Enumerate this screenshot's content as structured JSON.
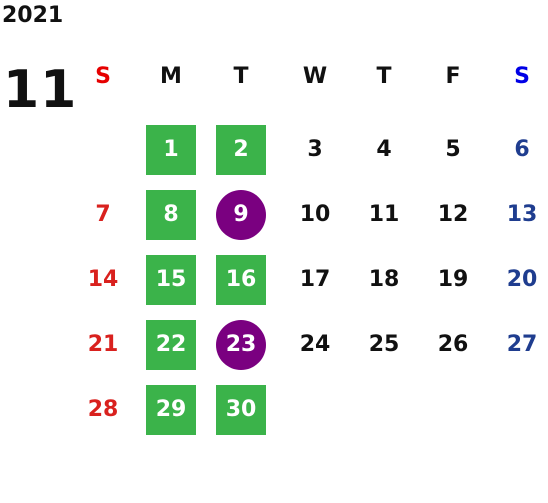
{
  "year": "2021",
  "month": "11",
  "colors": {
    "green_highlight": "#3bb34a",
    "purple_highlight": "#7a0080",
    "sunday_day": "#d9211e",
    "saturday_day": "#1f3d8f",
    "sunday_header": "#e60000",
    "saturday_header": "#0000e6"
  },
  "weekdays": [
    "S",
    "M",
    "T",
    "W",
    "T",
    "F",
    "S"
  ],
  "weeks": [
    [
      "",
      "1",
      "2",
      "3",
      "4",
      "5",
      "6"
    ],
    [
      "7",
      "8",
      "9",
      "10",
      "11",
      "12",
      "13"
    ],
    [
      "14",
      "15",
      "16",
      "17",
      "18",
      "19",
      "20"
    ],
    [
      "21",
      "22",
      "23",
      "24",
      "25",
      "26",
      "27"
    ],
    [
      "28",
      "29",
      "30",
      "",
      "",
      "",
      ""
    ]
  ],
  "highlighted_green": [
    "1",
    "2",
    "8",
    "15",
    "16",
    "22",
    "29",
    "30"
  ],
  "highlighted_purple": [
    "9",
    "23"
  ]
}
